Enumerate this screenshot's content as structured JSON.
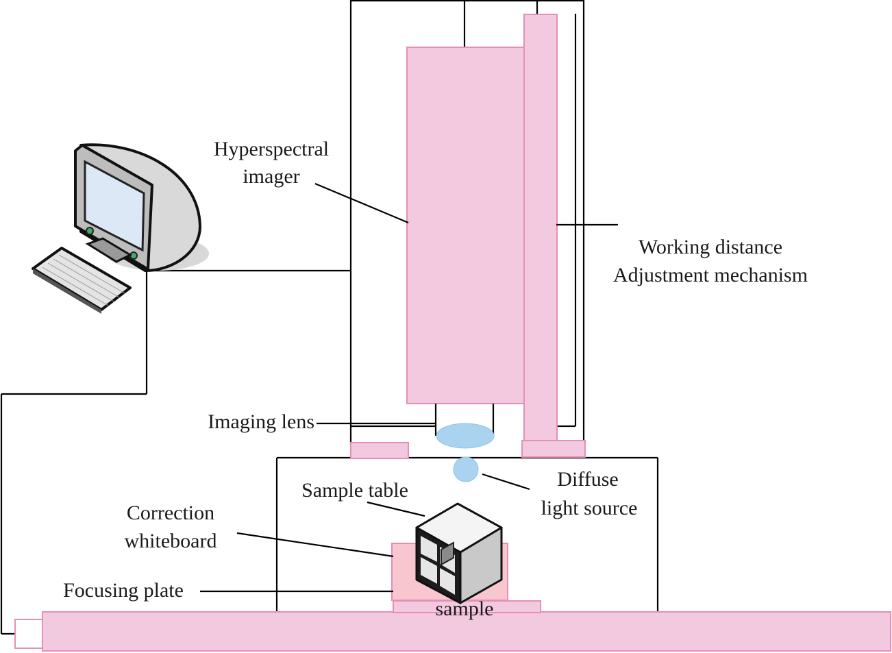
{
  "labels": {
    "hyperspectral_line1": "Hyperspectral",
    "hyperspectral_line2": "imager",
    "working_line1": "Working distance",
    "working_line2": "Adjustment mechanism",
    "imaging_lens": "Imaging lens",
    "diffuse_line1": "Diffuse",
    "diffuse_line2": "light source",
    "sample_table": "Sample table",
    "correction_line1": "Correction",
    "correction_line2": "whiteboard",
    "focusing_plate": "Focusing plate",
    "sample": "sample"
  },
  "colors": {
    "pink_fill": "#f2c9df",
    "pink_stroke": "#e58fb6",
    "lens_blue": "#a9d3ee",
    "whiteboard_fill": "#f7c6cf",
    "line": "#000000"
  },
  "icons": {
    "computer": "desktop-computer-icon",
    "keyboard": "keyboard-icon",
    "sample": "server-cube-icon"
  }
}
